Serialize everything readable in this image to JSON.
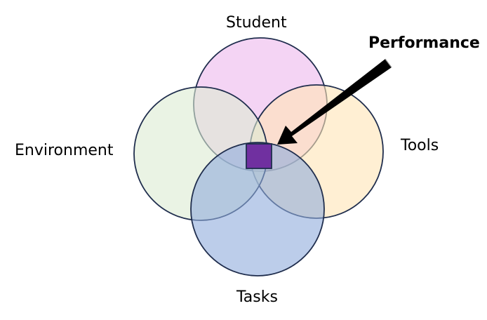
{
  "labels": {
    "student": "Student",
    "tools": "Tools",
    "environment": "Environment",
    "tasks": "Tasks",
    "performance": "Performance"
  },
  "colors": {
    "student": "#F2CDF2",
    "tools": "#FFE4B5",
    "environment": "#DCEBD2",
    "tasks": "#8FACDC",
    "outline": "#1F2D4D",
    "performance_box": "#7030A0",
    "arrow": "#000000"
  }
}
